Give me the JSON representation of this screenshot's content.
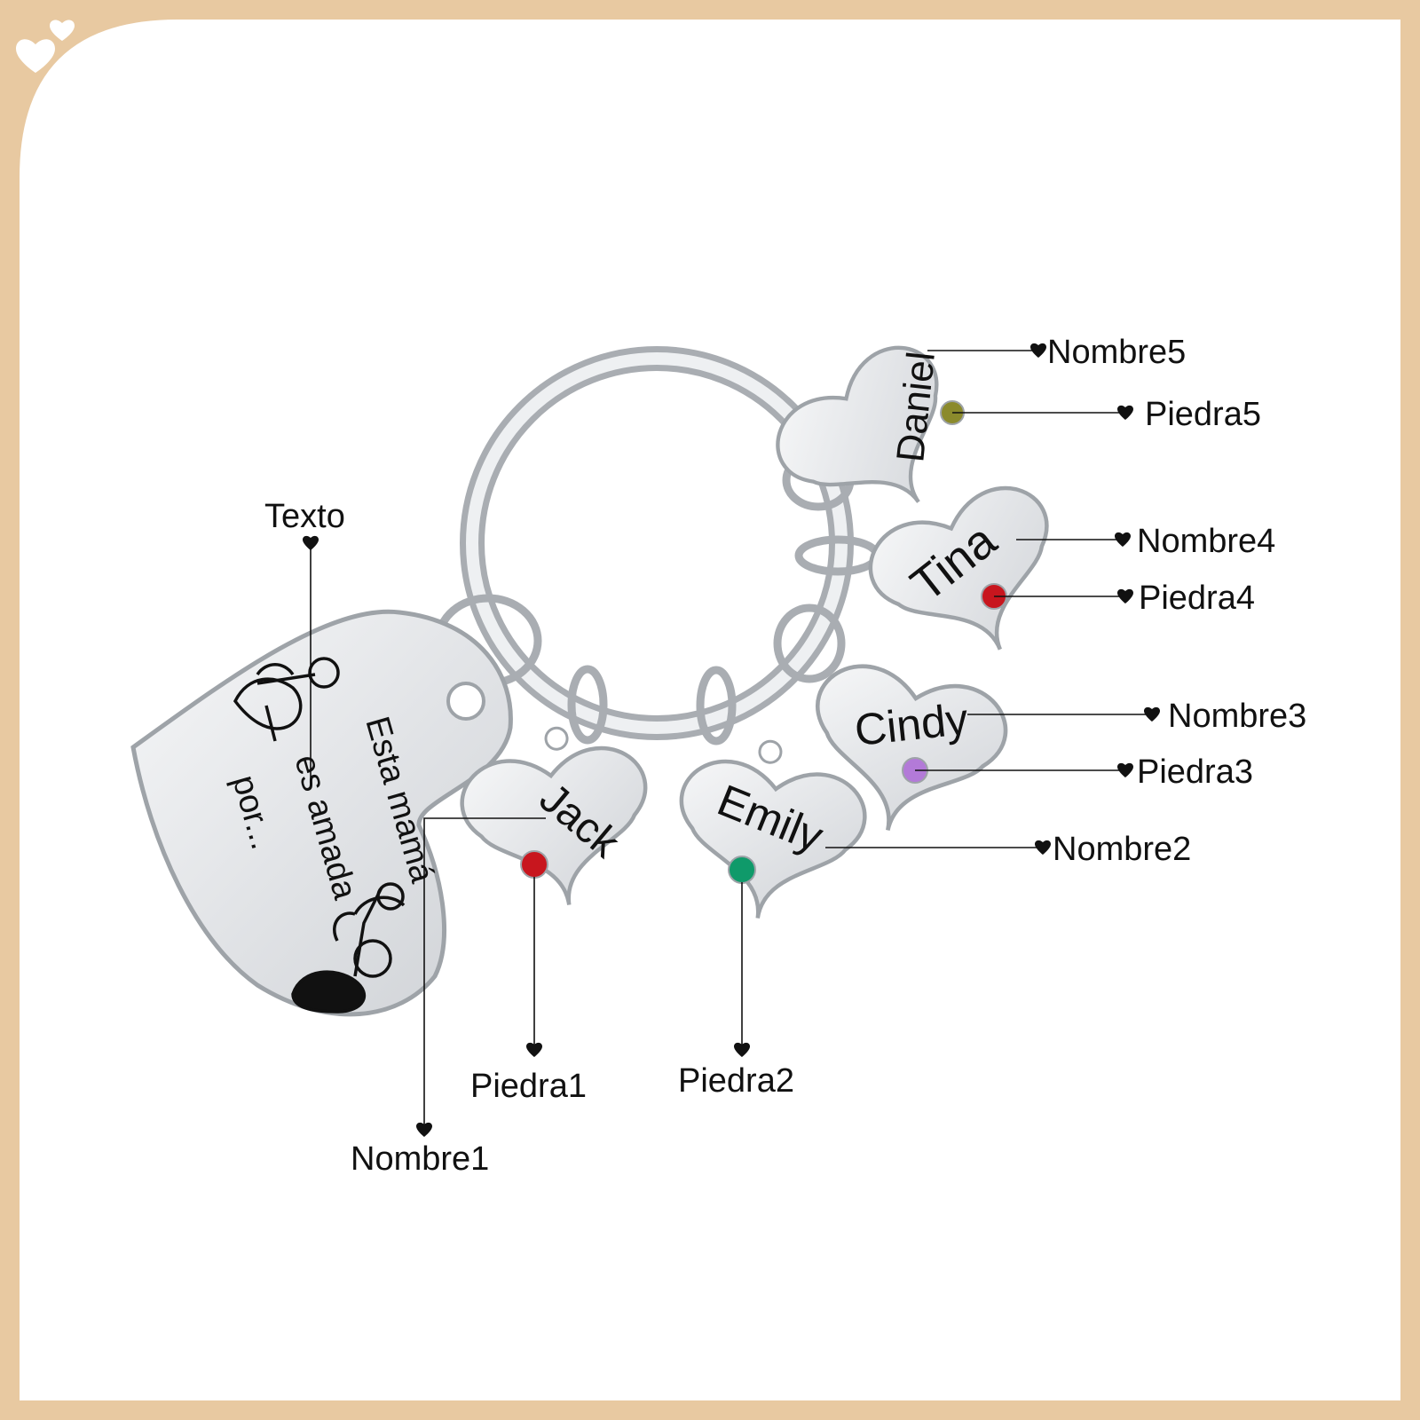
{
  "colors": {
    "frame": "#e8c9a1",
    "panel": "#ffffff",
    "metal": "#e4e6e9",
    "metal_edge": "#9ea3a8",
    "ink": "#111111"
  },
  "icons": [
    "heart-icon"
  ],
  "engraving": {
    "text_lines": [
      "Esta mamá",
      "es amada",
      "por..."
    ],
    "names": {
      "name1": "Jack",
      "name2": "Emily",
      "name3": "Cindy",
      "name4": "Tina",
      "name5": "Daniel"
    }
  },
  "stones": {
    "stone1": "#c8161e",
    "stone2": "#0f9a6a",
    "stone3": "#b37ad8",
    "stone4": "#c8161e",
    "stone5": "#8b8a2c"
  },
  "labels": {
    "texto": "Texto",
    "nombre1": "Nombre1",
    "nombre2": "Nombre2",
    "nombre3": "Nombre3",
    "nombre4": "Nombre4",
    "nombre5": "Nombre5",
    "piedra1": "Piedra1",
    "piedra2": "Piedra2",
    "piedra3": "Piedra3",
    "piedra4": "Piedra4",
    "piedra5": "Piedra5"
  }
}
